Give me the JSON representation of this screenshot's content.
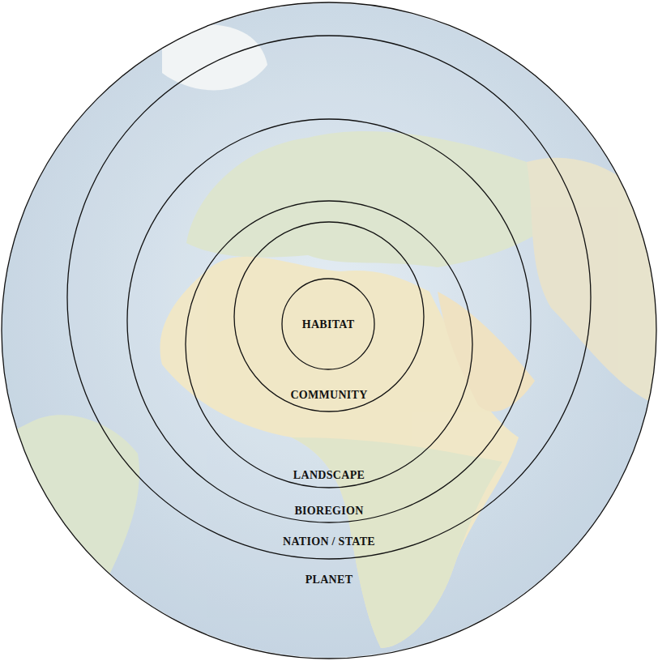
{
  "diagram": {
    "nodes": [
      {
        "text": [
          "PLANET"
        ]
      },
      {
        "text": [
          "NATION / STATE"
        ],
        "in": 0
      },
      {
        "text": [
          "BIOREGION"
        ],
        "in": 1
      },
      {
        "text": [
          "LANDSCAPE"
        ],
        "in": 2
      },
      {
        "text": [
          "COMMUNITY"
        ],
        "in": 3
      },
      {
        "text": [
          "HABITAT"
        ],
        "in": 4
      }
    ]
  }
}
